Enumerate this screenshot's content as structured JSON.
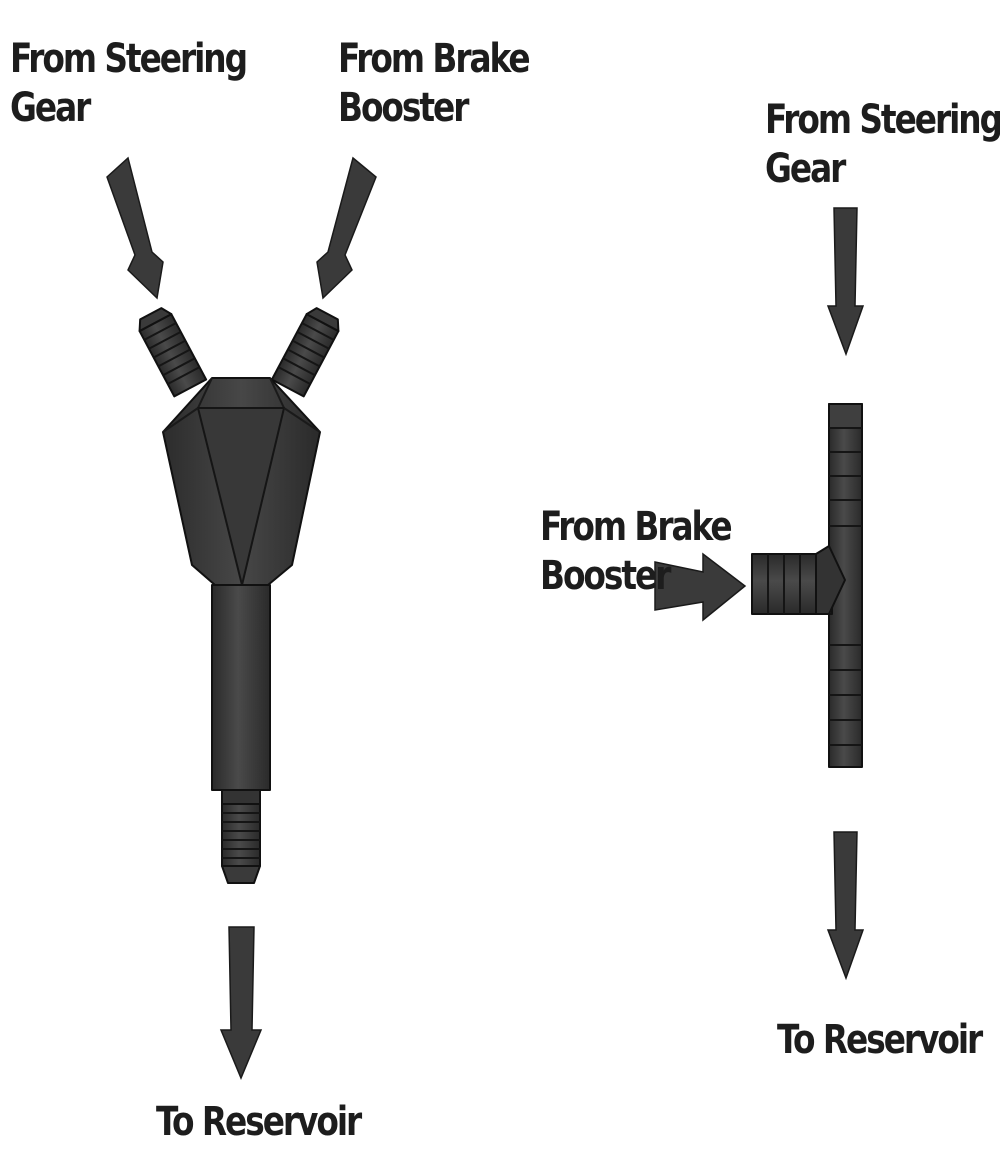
{
  "colors": {
    "part": "#3b3b3b",
    "part_dark": "#262626",
    "part_light": "#5a5a5a",
    "outline": "#111111",
    "arrow": "#3a3a3a",
    "text": "#1d1d1d",
    "background": "#ffffff"
  },
  "left_fitting": {
    "type": "Y-fitting",
    "labels": {
      "steering_line1": "From Steering",
      "steering_line2": "Gear",
      "brake_line1": "From Brake",
      "brake_line2": "Booster",
      "reservoir": "To Reservoir"
    }
  },
  "right_fitting": {
    "type": "T-fitting",
    "labels": {
      "steering_line1": "From Steering",
      "steering_line2": "Gear",
      "brake_line1": "From Brake",
      "brake_line2": "Booster",
      "reservoir": "To Reservoir"
    }
  },
  "icons": [
    "arrow-down-icon",
    "arrow-right-icon",
    "arrow-diagonal-icon"
  ]
}
